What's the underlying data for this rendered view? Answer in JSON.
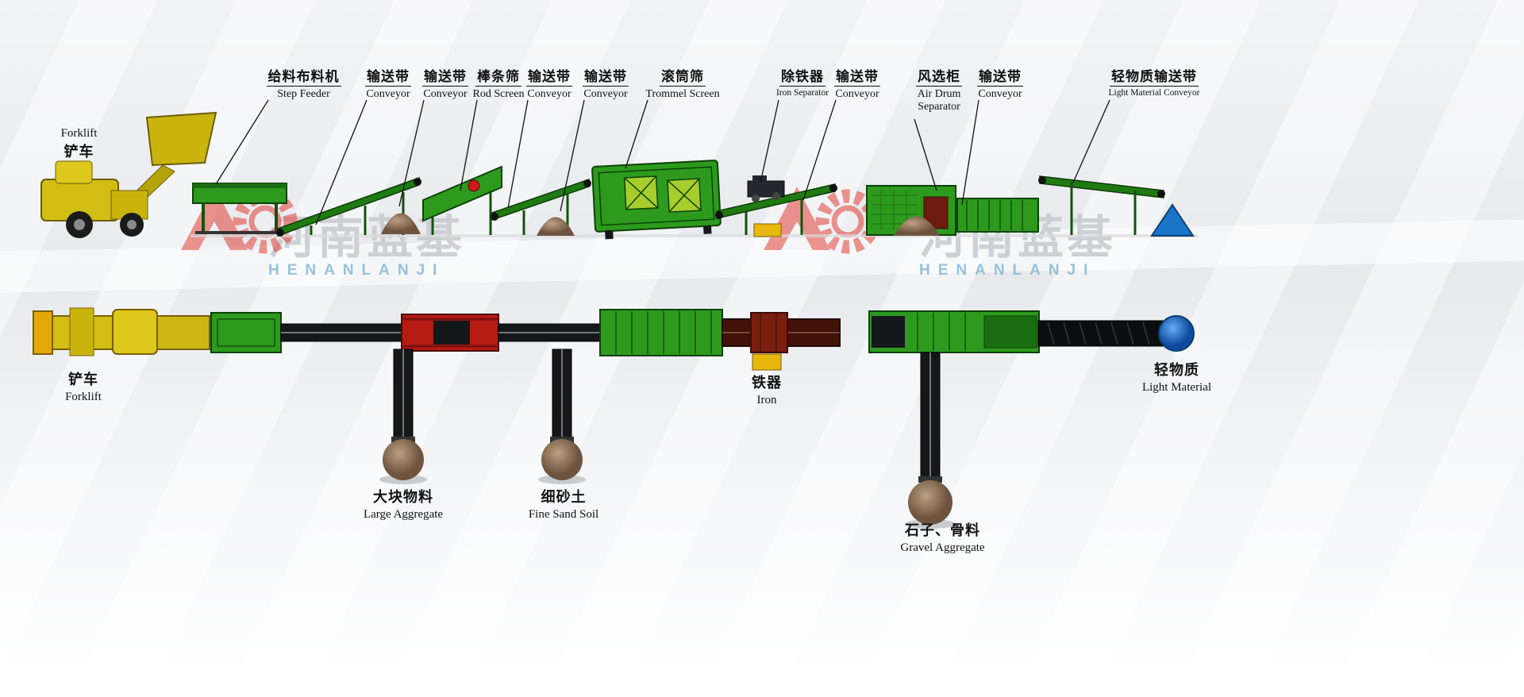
{
  "watermark": {
    "cn": "河南蓝基",
    "en": "HENANLANJI"
  },
  "top_labels": [
    {
      "zh": "给料布料机",
      "en": "Step Feeder"
    },
    {
      "zh": "输送带",
      "en": "Conveyor"
    },
    {
      "zh": "输送带",
      "en": "Conveyor"
    },
    {
      "zh": "棒条筛",
      "en": "Rod Screen"
    },
    {
      "zh": "输送带",
      "en": "Conveyor"
    },
    {
      "zh": "输送带",
      "en": "Conveyor"
    },
    {
      "zh": "滚筒筛",
      "en": "Trommel Screen"
    },
    {
      "zh": "除铁器",
      "en": "Iron Separator"
    },
    {
      "zh": "输送带",
      "en": "Conveyor"
    },
    {
      "zh": "风选柜",
      "en": "Air Drum Separator"
    },
    {
      "zh": "输送带",
      "en": "Conveyor"
    },
    {
      "zh": "轻物质输送带",
      "en": "Light Material Conveyor"
    }
  ],
  "labels": {
    "forklift_side": {
      "en": "Forklift",
      "zh": "铲车"
    },
    "forklift_plan": {
      "zh": "铲车",
      "en": "Forklift"
    },
    "large_aggregate": {
      "zh": "大块物料",
      "en": "Large Aggregate"
    },
    "fine_sand_soil": {
      "zh": "细砂土",
      "en": "Fine Sand Soil"
    },
    "iron": {
      "zh": "铁器",
      "en": "Iron"
    },
    "gravel_aggregate": {
      "zh": "石子、骨料",
      "en": "Gravel Aggregate"
    },
    "light_material": {
      "zh": "轻物质",
      "en": "Light Material"
    }
  },
  "colors": {
    "machine_green": "#2d9a1e",
    "belt_dark": "#15181b",
    "screen_red": "#c01d15",
    "forklift_yellow": "#d2bd12",
    "light_material_blue": "#1a74c8",
    "pile_brown": "#a98a6d",
    "logo_red": "#e04038",
    "watermark_blue": "#7ab4d8"
  }
}
